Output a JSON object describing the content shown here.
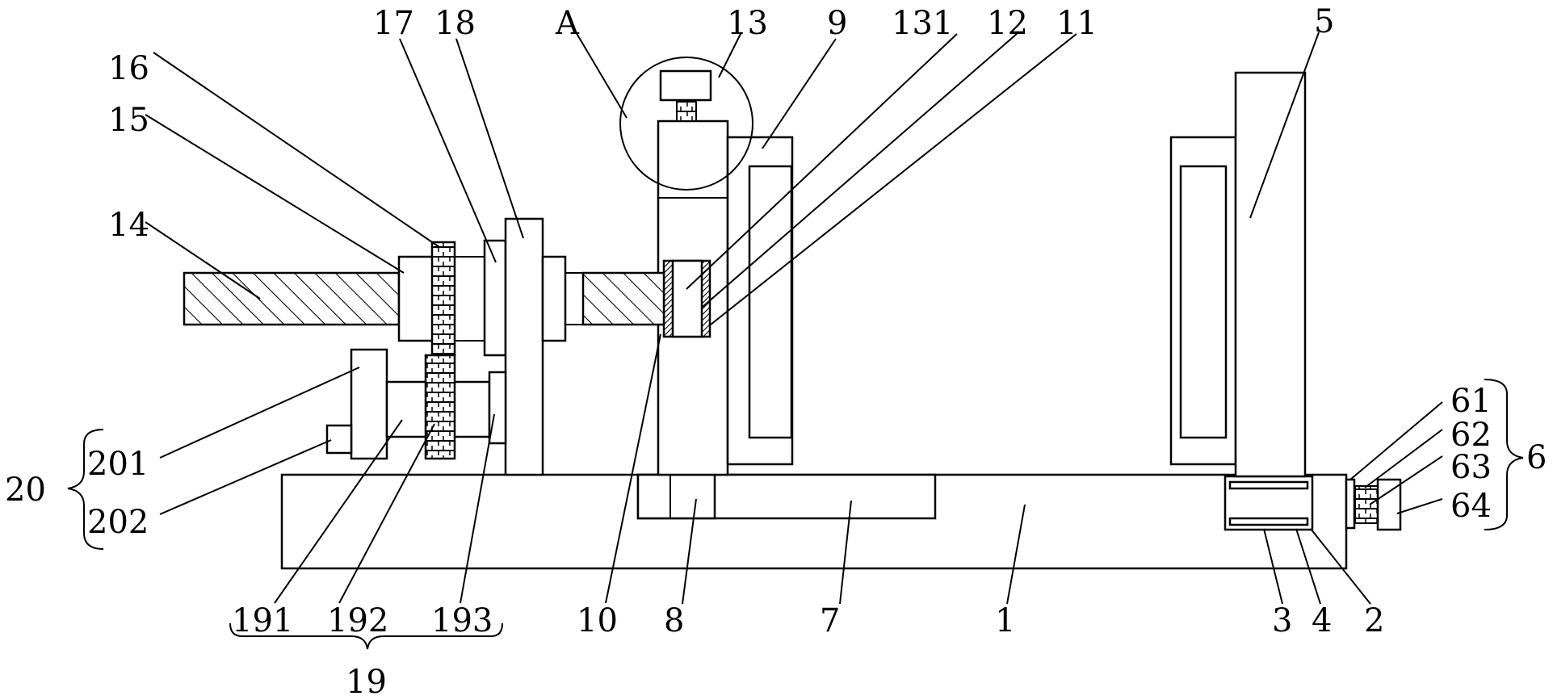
{
  "labels": {
    "l1": "1",
    "l2": "2",
    "l3": "3",
    "l4": "4",
    "l5": "5",
    "l6": "6",
    "l61": "61",
    "l62": "62",
    "l63": "63",
    "l64": "64",
    "l7": "7",
    "l8": "8",
    "l9": "9",
    "l10": "10",
    "l11": "11",
    "l12": "12",
    "l13": "13",
    "l131": "131",
    "l14": "14",
    "l15": "15",
    "l16": "16",
    "l17": "17",
    "l18": "18",
    "l19": "19",
    "l191": "191",
    "l192": "192",
    "l193": "193",
    "l20": "20",
    "l201": "201",
    "l202": "202",
    "lA": "A"
  }
}
